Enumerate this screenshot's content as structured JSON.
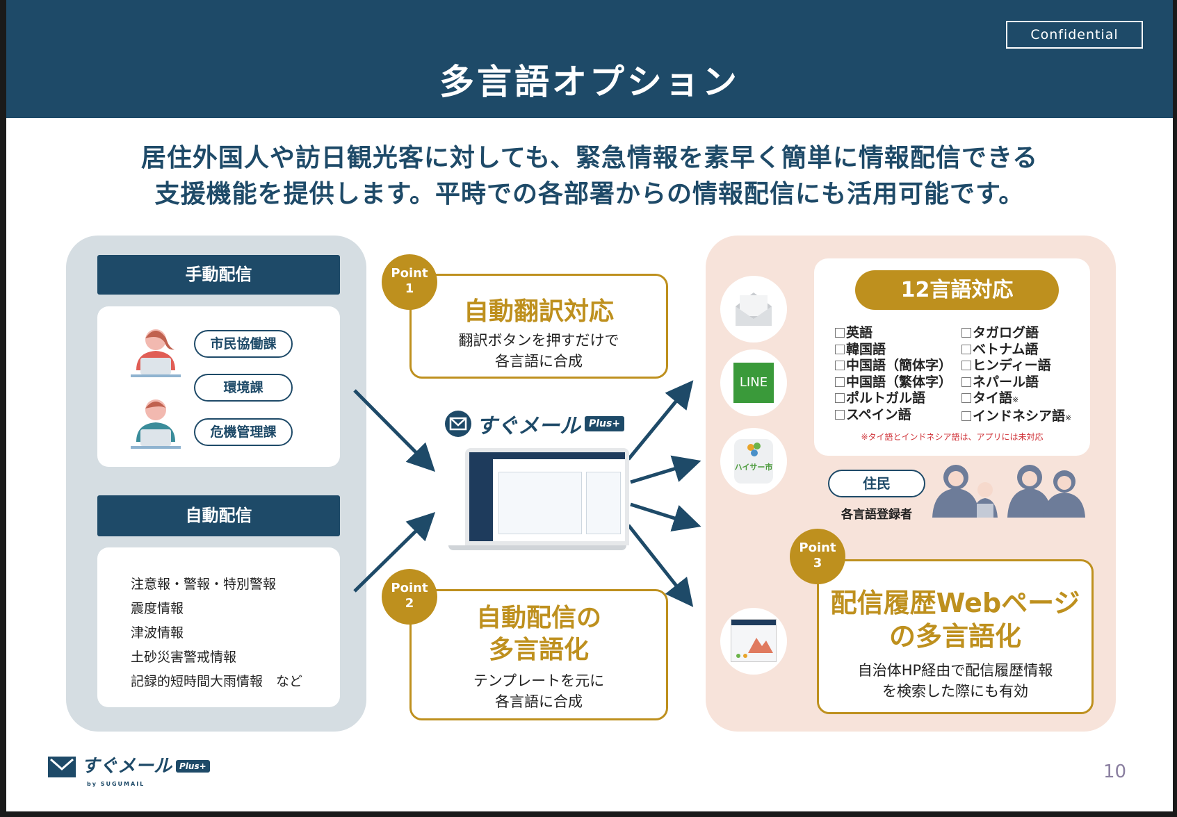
{
  "header": {
    "title": "多言語オプション",
    "badge": "Confidential"
  },
  "subtitle": [
    "居住外国人や訪日観光客に対しても、緊急情報を素早く簡単に情報配信できる",
    "支援機能を提供します。平時での各部署からの情報配信にも活用可能です。"
  ],
  "manual": {
    "title": "手動配信",
    "departments": [
      "市民協働課",
      "環境課",
      "危機管理課"
    ]
  },
  "auto": {
    "title": "自動配信",
    "items": [
      "注意報・警報・特別警報",
      "震度情報",
      "津波情報",
      "土砂災害警戒情報",
      "記録的短時間大雨情報　など"
    ]
  },
  "point1": {
    "badge": [
      "Point",
      "1"
    ],
    "title": "自動翻訳対応",
    "desc": [
      "翻訳ボタンを押すだけで",
      "各言語に合成"
    ]
  },
  "point2": {
    "badge": [
      "Point",
      "2"
    ],
    "title": [
      "自動配信の",
      "多言語化"
    ],
    "desc": [
      "テンプレートを元に",
      "各言語に合成"
    ]
  },
  "point3": {
    "badge": [
      "Point",
      "3"
    ],
    "title": [
      "配信履歴Webページ",
      "の多言語化"
    ],
    "desc": [
      "自治体HP経由で配信履歴情報",
      "を検索した際にも有効"
    ]
  },
  "logo": {
    "name": "すぐメール",
    "plus": "Plus+",
    "by": "by SUGUMAIL"
  },
  "channels": {
    "line": "LINE",
    "app": "ハイサー市"
  },
  "languages": {
    "title": "12言語対応",
    "left": [
      "英語",
      "韓国語",
      "中国語（簡体字）",
      "中国語（繁体字）",
      "ポルトガル語",
      "スペイン語"
    ],
    "right": [
      "タガログ語",
      "ベトナム語",
      "ヒンディー語",
      "ネパール語",
      "タイ語",
      "インドネシア語"
    ],
    "note_mark": "※",
    "note": "※タイ語とインドネシア語は、アプリには未対応"
  },
  "residents": {
    "label": "住民",
    "caption": "各言語登録者"
  },
  "page_number": "10",
  "colors": {
    "navy": "#1e4a68",
    "gold": "#be901e",
    "left_panel": "#d5dde2",
    "right_panel": "#f7e3da"
  }
}
